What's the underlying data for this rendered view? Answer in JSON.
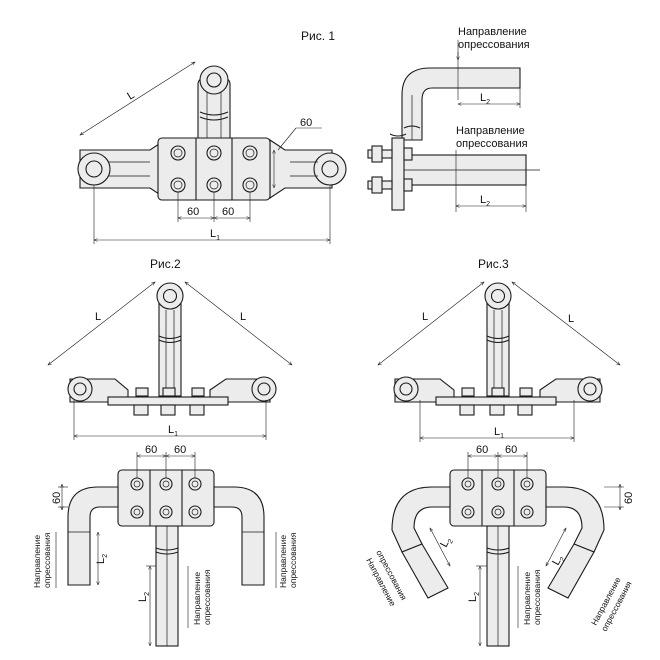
{
  "figures": {
    "fig1": {
      "caption": "Рис. 1",
      "dim_L": "L",
      "dim_60_angle": "60",
      "dim_60a": "60",
      "dim_60b": "60",
      "dim_L1": "L",
      "dim_L1_sub": "1",
      "press_dir_1a": "Направление",
      "press_dir_1b": "опрессования",
      "press_dir_2a": "Направление",
      "press_dir_2b": "опрессования",
      "dim_L2a": "L",
      "dim_L2a_sub": "2",
      "dim_L2b": "L",
      "dim_L2b_sub": "2"
    },
    "fig2": {
      "caption": "Рис.2",
      "dim_L_left": "L",
      "dim_L_right": "L",
      "dim_L1": "L",
      "dim_L1_sub": "1",
      "dim_60a": "60",
      "dim_60b": "60",
      "dim_60_side": "60",
      "press_left_a": "Направление",
      "press_left_b": "опрессования",
      "press_right_a": "Направление",
      "press_right_b": "опрессования",
      "press_mid_a": "Направление",
      "press_mid_b": "опрессования",
      "dim_L2_left": "L",
      "dim_L2_left_sub": "2",
      "dim_L2_mid": "L",
      "dim_L2_mid_sub": "2"
    },
    "fig3": {
      "caption": "Рис.3",
      "dim_L_left": "L",
      "dim_L_right": "L",
      "dim_L1": "L",
      "dim_L1_sub": "1",
      "dim_60a": "60",
      "dim_60b": "60",
      "dim_60_side": "60",
      "press_left_a": "Направление",
      "press_left_b": "опрессования",
      "press_right_a": "Направление",
      "press_right_b": "опрессования",
      "press_mid_a": "Направление",
      "press_mid_b": "опрессования",
      "dim_L2_left": "L",
      "dim_L2_left_sub": "2",
      "dim_L2_right": "L",
      "dim_L2_right_sub": "2",
      "dim_L2_mid": "L",
      "dim_L2_mid_sub": "2"
    }
  }
}
